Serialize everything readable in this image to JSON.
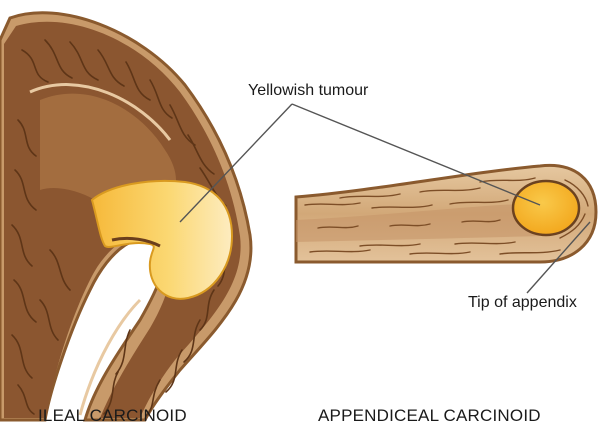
{
  "labels": {
    "tumour": "Yellowish tumour",
    "tip": "Tip of appendix"
  },
  "captions": {
    "left": "ILEAL CARCINOID",
    "right": "APPENDICEAL CARCINOID"
  },
  "colors": {
    "wall_outline": "#8a5a2e",
    "muscle_brown": "#8b5630",
    "mucosa_tan": "#d9b58c",
    "tumour_yellow": "#f5b830",
    "tumour_light": "#fde9ae",
    "leader_line": "#555555"
  }
}
